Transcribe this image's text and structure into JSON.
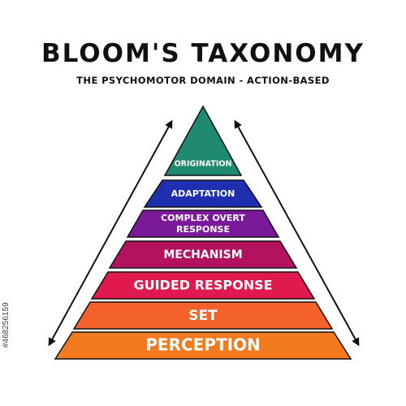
{
  "title": "BLOOM'S TAXONOMY",
  "subtitle": "THE PSYCHOMOTOR DOMAIN - ACTION-BASED",
  "stock_id": "#468256159",
  "levels": [
    {
      "label": "ORIGINATION",
      "color": "#1f8a70"
    },
    {
      "label": "ADAPTATION",
      "color": "#1f2fb0"
    },
    {
      "label_line1": "COMPLEX OVERT",
      "label_line2": "RESPONSE",
      "color": "#7a1a9a"
    },
    {
      "label": "MECHANISM",
      "color": "#b3125e"
    },
    {
      "label": "GUIDED RESPONSE",
      "color": "#e01a4f"
    },
    {
      "label": "SET",
      "color": "#f2622a"
    },
    {
      "label": "PERCEPTION",
      "color": "#f47a20"
    }
  ]
}
